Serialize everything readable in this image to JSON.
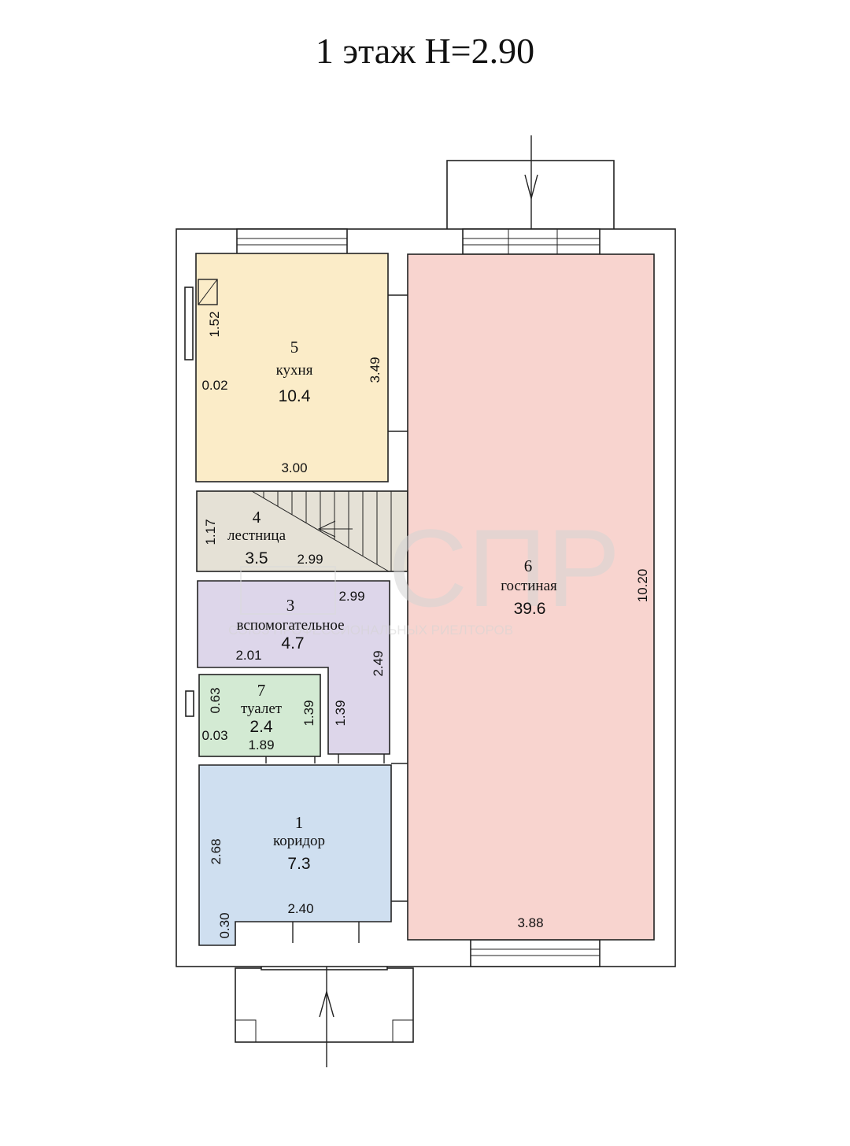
{
  "title": "1 этаж H=2.90",
  "rooms": {
    "r1": {
      "number": "1",
      "name": "коридор",
      "area": "7.3",
      "color": "#cfdff0"
    },
    "r3": {
      "number": "3",
      "name": "вспомогательное",
      "area": "4.7",
      "color": "#ddd6ea"
    },
    "r4": {
      "number": "4",
      "name": "лестница",
      "area": "3.5",
      "color": "#e5e1d6"
    },
    "r5": {
      "number": "5",
      "name": "кухня",
      "area": "10.4",
      "color": "#fbecc8"
    },
    "r6": {
      "number": "6",
      "name": "гостиная",
      "area": "39.6",
      "color": "#f8d4cf"
    },
    "r7": {
      "number": "7",
      "name": "туалет",
      "area": "2.4",
      "color": "#d3ead3"
    }
  },
  "dimensions": {
    "kitchen_left": "1.52",
    "kitchen_right": "3.49",
    "kitchen_bottom": "3.00",
    "kitchen_small": "0.02",
    "stair_left": "1.17",
    "stair_width": "2.99",
    "aux_top": "2.99",
    "aux_mid": "2.01",
    "aux_right": "2.49",
    "aux_inner": "1.39",
    "wc_left": "0.63",
    "wc_right": "1.39",
    "wc_small": "0.03",
    "wc_bottom": "1.89",
    "corr_left": "2.68",
    "corr_bottom": "2.40",
    "corr_small": "0.30",
    "living_right": "10.20",
    "living_bottom": "3.88"
  },
  "watermark": {
    "logo": "СПР",
    "tagline": "СОЮЗ ПРОФЕССИОНАЛЬНЫХ РИЕЛТОРОВ"
  }
}
